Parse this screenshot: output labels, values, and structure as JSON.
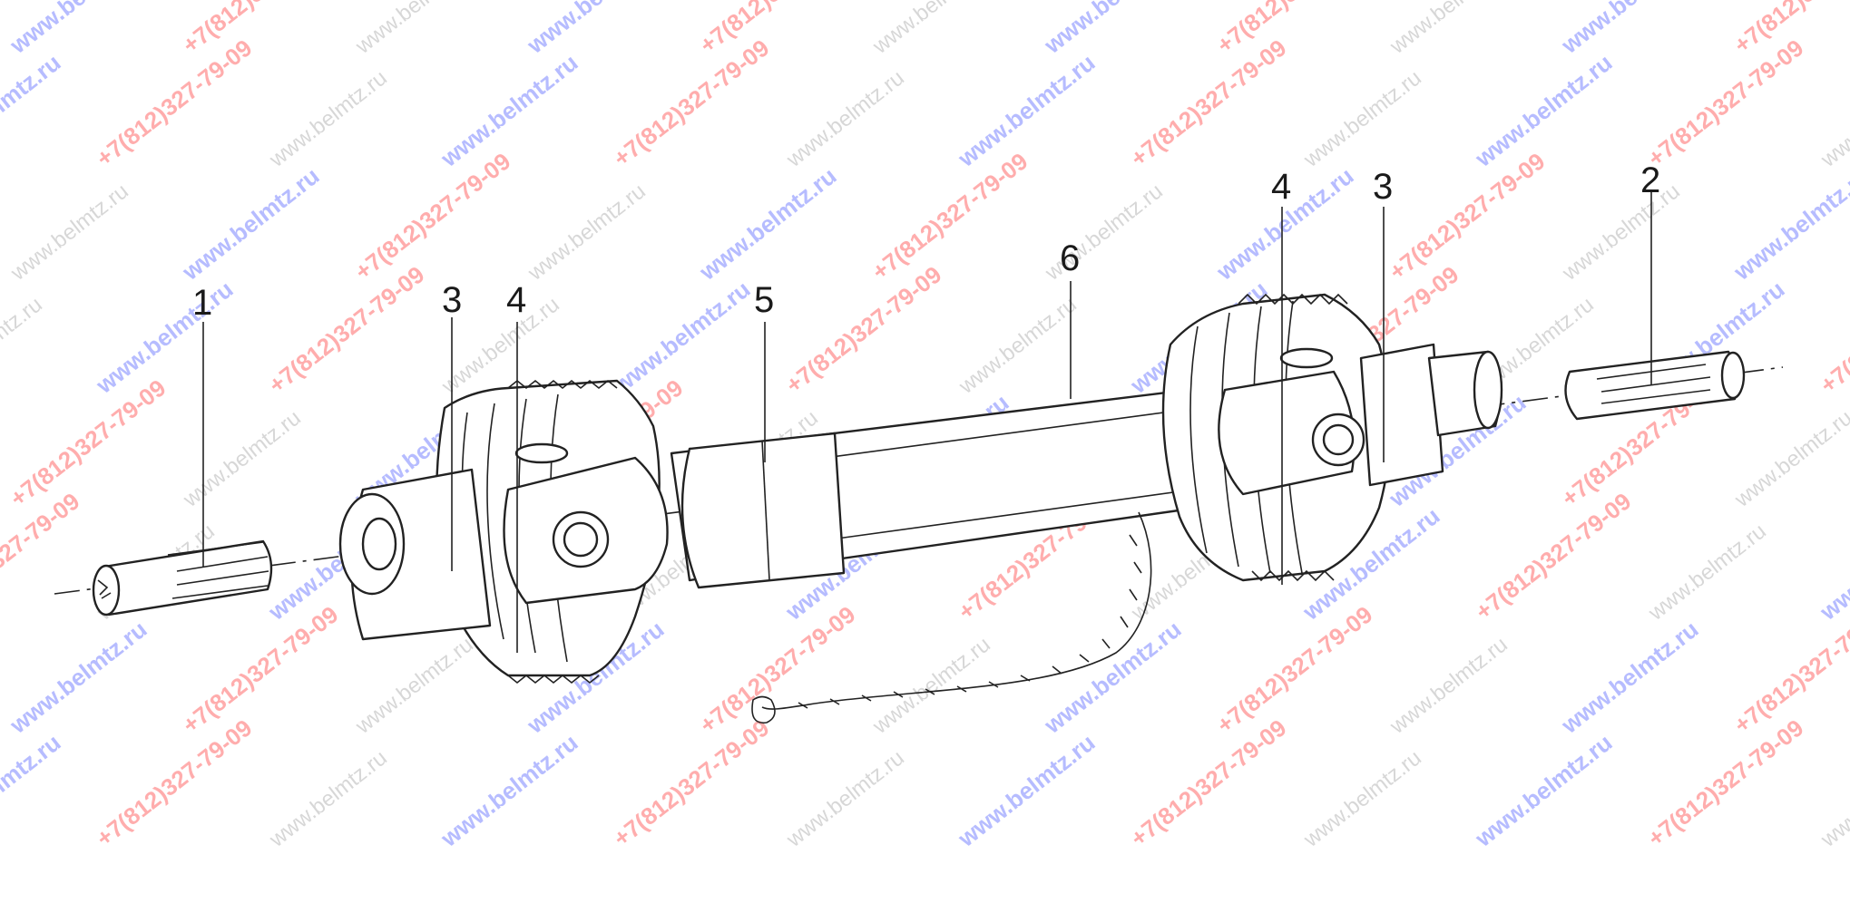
{
  "callouts": [
    {
      "id": "part-1",
      "label": "1"
    },
    {
      "id": "part-2",
      "label": "2"
    },
    {
      "id": "part-3-left",
      "label": "3"
    },
    {
      "id": "part-3-right",
      "label": "3"
    },
    {
      "id": "part-4-left",
      "label": "4"
    },
    {
      "id": "part-4-right",
      "label": "4"
    },
    {
      "id": "part-5",
      "label": "5"
    },
    {
      "id": "part-6",
      "label": "6"
    }
  ],
  "watermark": {
    "site": "www.belmtz.ru",
    "phone": "+7(812)327-79-09",
    "site_alt": "www.belmtz.ru"
  },
  "colors": {
    "line": "#222222",
    "watermark_site": "#7b86ff",
    "watermark_phone": "#ff6b6b",
    "watermark_faint": "#bdbdbd"
  }
}
